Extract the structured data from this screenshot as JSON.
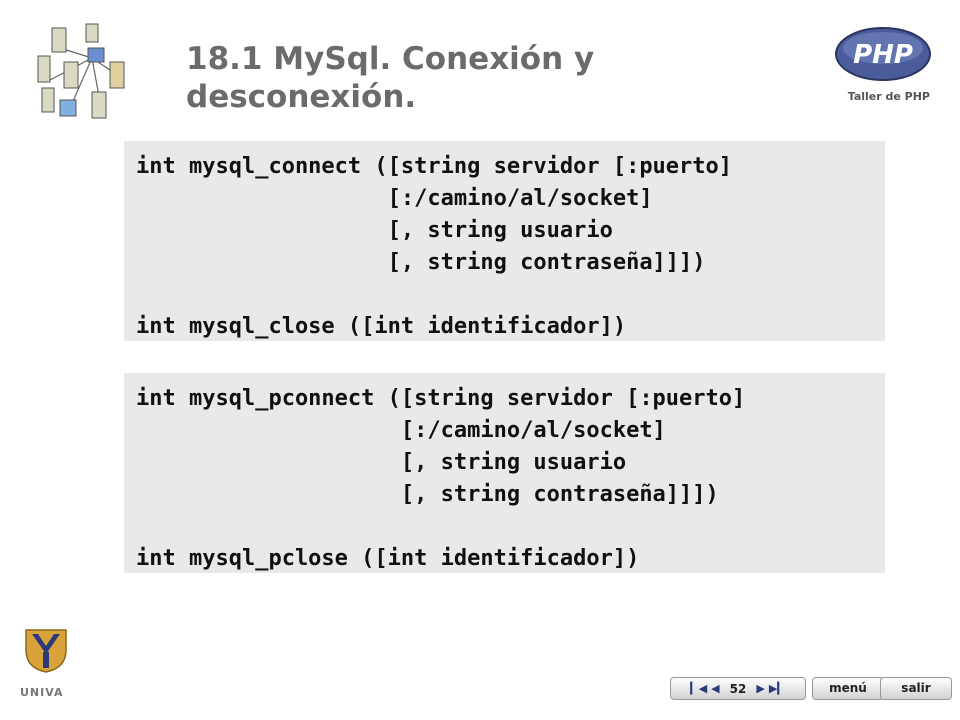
{
  "slide": {
    "title": "18.1 MySql. Conexión y desconexión.",
    "subtitle": "Taller de PHP",
    "php_logo_text": "PHP",
    "code_box_1": "int mysql_connect ([string servidor [:puerto]\n                   [:/camino/al/socket]\n                   [, string usuario\n                   [, string contraseña]]])\n\nint mysql_close ([int identificador])",
    "code_box_2": "int mysql_pconnect ([string servidor [:puerto]\n                    [:/camino/al/socket]\n                    [, string usuario\n                    [, string contraseña]]])\n\nint mysql_pclose ([int identificador])"
  },
  "footer": {
    "univa_label": "UNIVA",
    "page_number": "52",
    "menu_label": "menú",
    "exit_label": "salir"
  },
  "colors": {
    "title": "#6b6b6b",
    "code_bg": "#e9e9e9",
    "php_blue": "#4a5c9a"
  }
}
